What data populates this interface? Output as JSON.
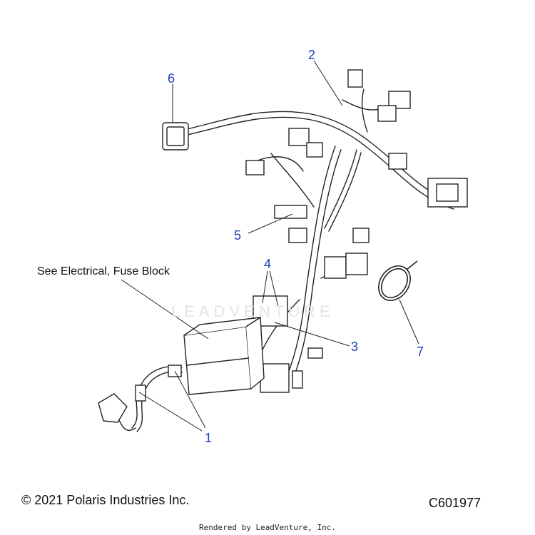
{
  "callouts": [
    "1",
    "2",
    "3",
    "4",
    "5",
    "6",
    "7"
  ],
  "note": "See Electrical, Fuse Block",
  "copyright": "© 2021 Polaris Industries Inc.",
  "part_number": "C601977",
  "rendered_by": "Rendered by LeadVenture, Inc.",
  "watermark": "LEADVENTURE",
  "colors": {
    "callout": "#1f3fbf",
    "line": "#222222"
  }
}
